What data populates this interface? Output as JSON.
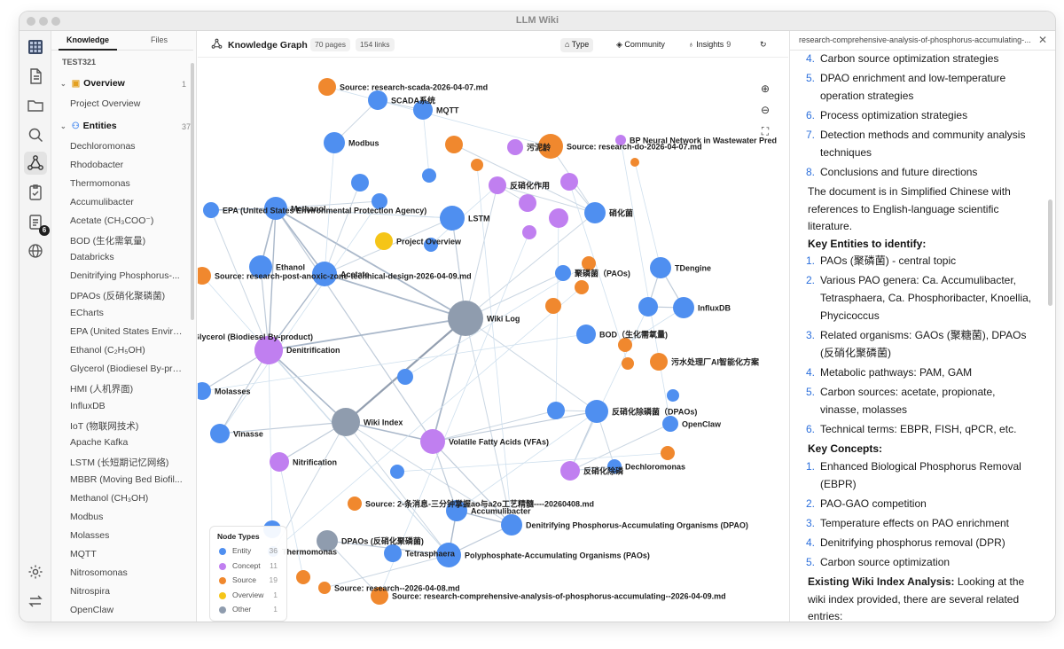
{
  "window": {
    "title": "LLM Wiki"
  },
  "sidebar": {
    "tabs": [
      "Knowledge",
      "Files"
    ],
    "workspace": "TEST321",
    "overview": {
      "label": "Overview",
      "count": "1",
      "items": [
        "Project Overview"
      ]
    },
    "entities": {
      "label": "Entities",
      "count": "37",
      "items": [
        "Dechloromonas",
        "Rhodobacter",
        "Thermomonas",
        "Accumulibacter",
        "Acetate (CH₃COO⁻)",
        "BOD (生化需氧量)",
        "Databricks",
        "Denitrifying Phosphorus-...",
        "DPAOs (反硝化聚磷菌)",
        "ECharts",
        "EPA (United States Enviro...",
        "Ethanol (C₂H₅OH)",
        "Glycerol (Biodiesel By-pro...",
        "HMI (人机界面)",
        "InfluxDB",
        "IoT (物联网技术)",
        "Apache Kafka",
        "LSTM (长短期记忆网络)",
        "MBBR (Moving Bed Biofil...",
        "Methanol (CH₃OH)",
        "Modbus",
        "Molasses",
        "MQTT",
        "Nitrosomonas",
        "Nitrospira",
        "OpenClaw"
      ]
    },
    "iconbar_badge": "6"
  },
  "graph": {
    "title": "Knowledge Graph",
    "pages": "70 pages",
    "links": "154 links",
    "buttons": {
      "type": "Type",
      "community": "Community",
      "insights": "Insights",
      "insights_count": "9"
    },
    "colors": {
      "entity": "#4f8ff0",
      "concept": "#c07ff0",
      "source": "#f0882e",
      "overview": "#f5c518",
      "other": "#8f9cae"
    },
    "legend": {
      "title": "Node Types",
      "rows": [
        {
          "name": "Entity",
          "count": "36",
          "color": "#4f8ff0"
        },
        {
          "name": "Concept",
          "count": "11",
          "color": "#c07ff0"
        },
        {
          "name": "Source",
          "count": "19",
          "color": "#f0882e"
        },
        {
          "name": "Overview",
          "count": "1",
          "color": "#f5c518"
        },
        {
          "name": "Other",
          "count": "1",
          "color": "#8f9cae"
        }
      ]
    },
    "labels": [
      "Source: research-scada-2026-04-07.md",
      "SCADA系统",
      "MQTT",
      "Modbus",
      "污泥龄",
      "Source: research-do-2026-04-07.md",
      "BP Neural Network in Wastewater Pred",
      "反硝化作用",
      "硝化菌",
      "EPA (United States Environmental Protection Agency)",
      "Methanol",
      "LSTM",
      "Project Overview",
      "Ethanol",
      "Acetate",
      "Source: research-post-anoxic-zone-technical-design-2026-04-09.md",
      "聚磷菌（PAOs)",
      "TDengine",
      "InfluxDB",
      "Wiki Log",
      "BOD（生化需氧量)",
      "Glycerol (Biodiesel By-product)",
      "Denitrification",
      "污水处理厂AI智能化方案",
      "Molasses",
      "Wiki Index",
      "反硝化除磷菌（DPAOs)",
      "OpenClaw",
      "Vinasse",
      "Volatile Fatty Acids (VFAs)",
      "Nitrification",
      "反硝化除磷",
      "Dechloromonas",
      "Source: 2-条消息-三分钟掌握ao与a2o工艺精髓----20260408.md",
      "Accumulibacter",
      "Denitrifying Phosphorus-Accumulating Organisms (DPAO)",
      "DPAOs (反硝化聚磷菌)",
      "Thermomonas",
      "Tetrasphaera",
      "Polyphosphate-Accumulating Organisms (PAOs)",
      "Source: research--2026-04-08.md",
      "Source: research-comprehensive-analysis-of-phosphorus-accumulating--2026-04-09.md"
    ]
  },
  "right": {
    "title": "research-comprehensive-analysis-of-phosphorus-accumulating-...",
    "list1": [
      {
        "n": "4.",
        "t": "Carbon source optimization strategies"
      },
      {
        "n": "5.",
        "t": "DPAO enrichment and low-temperature operation strategies"
      },
      {
        "n": "6.",
        "t": "Process optimization strategies"
      },
      {
        "n": "7.",
        "t": "Detection methods and community analysis techniques"
      },
      {
        "n": "8.",
        "t": "Conclusions and future directions"
      }
    ],
    "para1": "The document is in Simplified Chinese with references to English-language scientific literature.",
    "heading1": "Key Entities to identify:",
    "list2": [
      {
        "n": "1.",
        "t": "PAOs (聚磷菌) - central topic"
      },
      {
        "n": "2.",
        "t": "Various PAO genera: Ca. Accumulibacter, Tetrasphaera, Ca. Phosphoribacter, Knoellia, Phycicoccus"
      },
      {
        "n": "3.",
        "t": "Related organisms: GAOs (聚糖菌), DPAOs (反硝化聚磷菌)"
      },
      {
        "n": "4.",
        "t": "Metabolic pathways: PAM, GAM"
      },
      {
        "n": "5.",
        "t": "Carbon sources: acetate, propionate, vinasse, molasses"
      },
      {
        "n": "6.",
        "t": "Technical terms: EBPR, FISH, qPCR, etc."
      }
    ],
    "heading2": "Key Concepts:",
    "list3": [
      {
        "n": "1.",
        "t": "Enhanced Biological Phosphorus Removal (EBPR)"
      },
      {
        "n": "2.",
        "t": "PAO-GAO competition"
      },
      {
        "n": "3.",
        "t": "Temperature effects on PAO enrichment"
      },
      {
        "n": "4.",
        "t": "Denitrifying phosphorus removal (DPR)"
      },
      {
        "n": "5.",
        "t": "Carbon source optimization"
      }
    ],
    "para2_bold": "Existing Wiki Index Analysis:",
    "para2_rest": " Looking at the wiki index provided, there are several related entries:"
  }
}
